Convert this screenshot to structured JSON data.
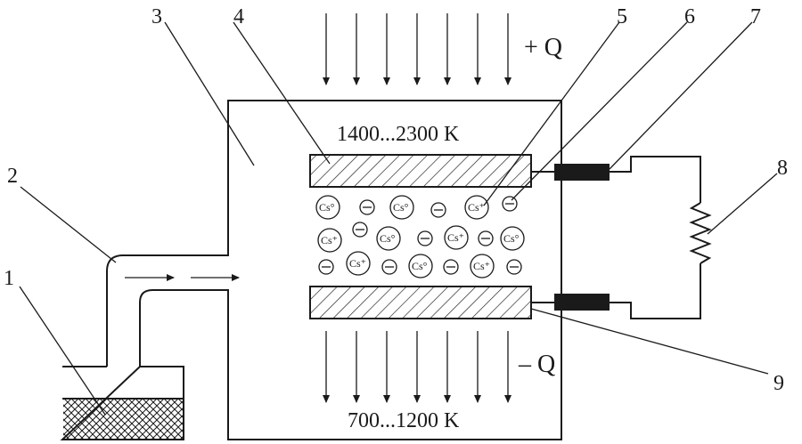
{
  "temperature": {
    "hot": "1400...2300 K",
    "cold": "700...1200 K"
  },
  "heat": {
    "in": "+ Q",
    "out": "– Q"
  },
  "callouts": [
    "1",
    "2",
    "3",
    "4",
    "5",
    "6",
    "7",
    "8",
    "9"
  ],
  "particles": {
    "neutral": "Cs°",
    "ion": "Cs⁺"
  }
}
